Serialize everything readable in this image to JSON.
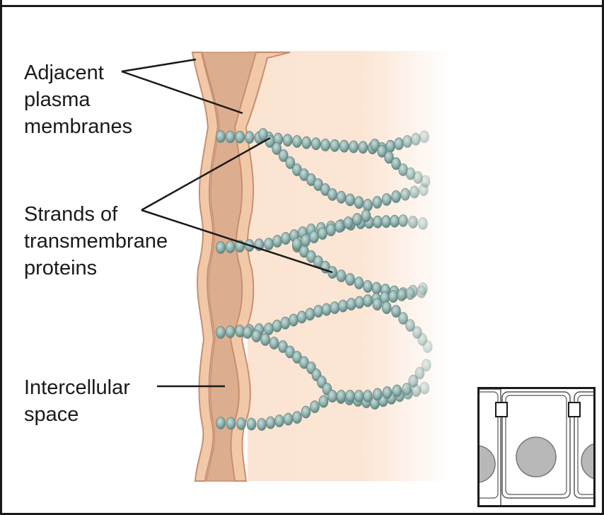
{
  "labels": {
    "membranes": [
      "Adjacent",
      "plasma",
      "membranes"
    ],
    "strands": [
      "Strands of",
      "transmembrane",
      "proteins"
    ],
    "space": [
      "Intercellular",
      "space"
    ]
  },
  "colors": {
    "membrane_fill": "#f1c9a8",
    "membrane_edge": "#c98e6e",
    "intercellular_space": "#dcae8f",
    "cell_cytoplasm": "#fbe4d2",
    "protein_bead": "#8fb0ad",
    "protein_bead_edge": "#5f8581",
    "leader_line": "#1a1a1a",
    "inset_nucleus": "#b8b8b8"
  },
  "icons": {
    "inset": "cell-overview-thumbnail"
  }
}
